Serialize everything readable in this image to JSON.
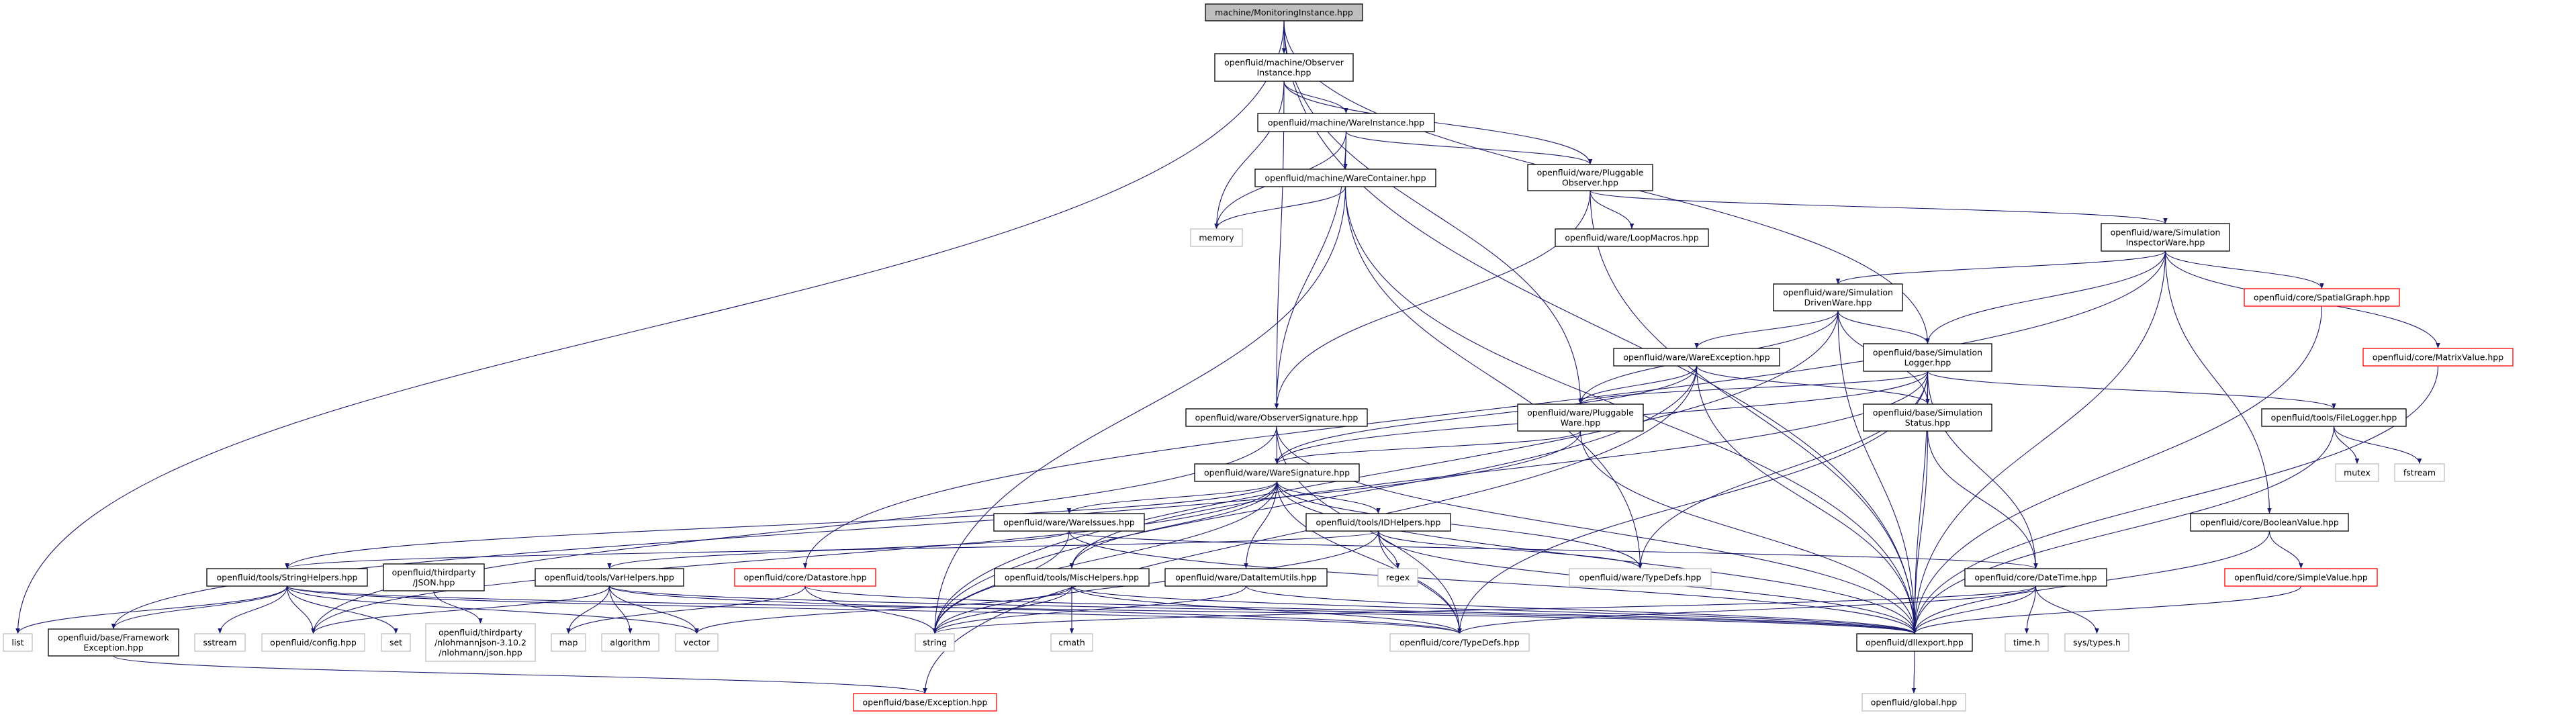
{
  "colors": {
    "edge": "#191970",
    "root_fill": "#bfbfbf",
    "node_border": "#000000",
    "missing_border": "#ff0000",
    "system_border": "#bfbfbf"
  },
  "nodes": {
    "root": {
      "lines": [
        "machine/MonitoringInstance.hpp"
      ],
      "kind": "root"
    },
    "obsinst": {
      "lines": [
        "openfluid/machine/Observer",
        "Instance.hpp"
      ],
      "kind": "normal"
    },
    "wareinst": {
      "lines": [
        "openfluid/machine/WareInstance.hpp"
      ],
      "kind": "normal"
    },
    "warecont": {
      "lines": [
        "openfluid/machine/WareContainer.hpp"
      ],
      "kind": "normal"
    },
    "memory": {
      "lines": [
        "memory"
      ],
      "kind": "system"
    },
    "plugobs": {
      "lines": [
        "openfluid/ware/Pluggable",
        "Observer.hpp"
      ],
      "kind": "normal"
    },
    "loopmacros": {
      "lines": [
        "openfluid/ware/LoopMacros.hpp"
      ],
      "kind": "normal"
    },
    "inspware": {
      "lines": [
        "openfluid/ware/Simulation",
        "InspectorWare.hpp"
      ],
      "kind": "normal"
    },
    "drivenware": {
      "lines": [
        "openfluid/ware/Simulation",
        "DrivenWare.hpp"
      ],
      "kind": "normal"
    },
    "spatialgraph": {
      "lines": [
        "openfluid/core/SpatialGraph.hpp"
      ],
      "kind": "missing"
    },
    "matrixvalue": {
      "lines": [
        "openfluid/core/MatrixValue.hpp"
      ],
      "kind": "missing"
    },
    "wareexc": {
      "lines": [
        "openfluid/ware/WareException.hpp"
      ],
      "kind": "normal"
    },
    "simlogger": {
      "lines": [
        "openfluid/base/Simulation",
        "Logger.hpp"
      ],
      "kind": "normal"
    },
    "obssig": {
      "lines": [
        "openfluid/ware/ObserverSignature.hpp"
      ],
      "kind": "normal"
    },
    "plugware": {
      "lines": [
        "openfluid/ware/Pluggable",
        "Ware.hpp"
      ],
      "kind": "normal"
    },
    "simstatus": {
      "lines": [
        "openfluid/base/Simulation",
        "Status.hpp"
      ],
      "kind": "normal"
    },
    "filelogger": {
      "lines": [
        "openfluid/tools/FileLogger.hpp"
      ],
      "kind": "normal"
    },
    "waresig": {
      "lines": [
        "openfluid/ware/WareSignature.hpp"
      ],
      "kind": "normal"
    },
    "mutex": {
      "lines": [
        "mutex"
      ],
      "kind": "system"
    },
    "fstream": {
      "lines": [
        "fstream"
      ],
      "kind": "system"
    },
    "wareissues": {
      "lines": [
        "openfluid/ware/WareIssues.hpp"
      ],
      "kind": "normal"
    },
    "idhelpers": {
      "lines": [
        "openfluid/tools/IDHelpers.hpp"
      ],
      "kind": "normal"
    },
    "boolvalue": {
      "lines": [
        "openfluid/core/BooleanValue.hpp"
      ],
      "kind": "normal"
    },
    "strhelpers": {
      "lines": [
        "openfluid/tools/StringHelpers.hpp"
      ],
      "kind": "normal"
    },
    "json": {
      "lines": [
        "openfluid/thirdparty",
        "/JSON.hpp"
      ],
      "kind": "normal"
    },
    "varhelpers": {
      "lines": [
        "openfluid/tools/VarHelpers.hpp"
      ],
      "kind": "normal"
    },
    "datastore": {
      "lines": [
        "openfluid/core/Datastore.hpp"
      ],
      "kind": "missing"
    },
    "mischelpers": {
      "lines": [
        "openfluid/tools/MiscHelpers.hpp"
      ],
      "kind": "normal"
    },
    "dataitem": {
      "lines": [
        "openfluid/ware/DataItemUtils.hpp"
      ],
      "kind": "normal"
    },
    "regex": {
      "lines": [
        "regex"
      ],
      "kind": "system"
    },
    "waretypedefs": {
      "lines": [
        "openfluid/ware/TypeDefs.hpp"
      ],
      "kind": "system"
    },
    "datetime": {
      "lines": [
        "openfluid/core/DateTime.hpp"
      ],
      "kind": "normal"
    },
    "simplevalue": {
      "lines": [
        "openfluid/core/SimpleValue.hpp"
      ],
      "kind": "missing"
    },
    "list": {
      "lines": [
        "list"
      ],
      "kind": "system"
    },
    "fwexc": {
      "lines": [
        "openfluid/base/Framework",
        "Exception.hpp"
      ],
      "kind": "normal"
    },
    "sstream": {
      "lines": [
        "sstream"
      ],
      "kind": "system"
    },
    "config": {
      "lines": [
        "openfluid/config.hpp"
      ],
      "kind": "system"
    },
    "set": {
      "lines": [
        "set"
      ],
      "kind": "system"
    },
    "nlohmann": {
      "lines": [
        "openfluid/thirdparty",
        "/nlohmannjson-3.10.2",
        "/nlohmann/json.hpp"
      ],
      "kind": "system"
    },
    "map": {
      "lines": [
        "map"
      ],
      "kind": "system"
    },
    "algorithm": {
      "lines": [
        "algorithm"
      ],
      "kind": "system"
    },
    "vector": {
      "lines": [
        "vector"
      ],
      "kind": "system"
    },
    "string": {
      "lines": [
        "string"
      ],
      "kind": "system"
    },
    "cmath": {
      "lines": [
        "cmath"
      ],
      "kind": "system"
    },
    "coretypedefs": {
      "lines": [
        "openfluid/core/TypeDefs.hpp"
      ],
      "kind": "system"
    },
    "dllexport": {
      "lines": [
        "openfluid/dllexport.hpp"
      ],
      "kind": "normal"
    },
    "timeh": {
      "lines": [
        "time.h"
      ],
      "kind": "system"
    },
    "systypes": {
      "lines": [
        "sys/types.h"
      ],
      "kind": "system"
    },
    "exception": {
      "lines": [
        "openfluid/base/Exception.hpp"
      ],
      "kind": "missing"
    },
    "global": {
      "lines": [
        "openfluid/global.hpp"
      ],
      "kind": "system"
    }
  },
  "edges": [
    [
      "root",
      "list"
    ],
    [
      "root",
      "obsinst"
    ],
    [
      "root",
      "plugware"
    ],
    [
      "root",
      "simlogger"
    ],
    [
      "root",
      "dllexport"
    ],
    [
      "obsinst",
      "memory"
    ],
    [
      "obsinst",
      "wareinst"
    ],
    [
      "obsinst",
      "plugobs"
    ],
    [
      "obsinst",
      "obssig"
    ],
    [
      "wareinst",
      "memory"
    ],
    [
      "wareinst",
      "warecont"
    ],
    [
      "wareinst",
      "plugobs"
    ],
    [
      "wareinst",
      "obssig"
    ],
    [
      "warecont",
      "memory"
    ],
    [
      "warecont",
      "string"
    ],
    [
      "warecont",
      "waretypedefs"
    ],
    [
      "warecont",
      "dllexport"
    ],
    [
      "plugobs",
      "loopmacros"
    ],
    [
      "plugobs",
      "inspware"
    ],
    [
      "plugobs",
      "obssig"
    ],
    [
      "plugobs",
      "dllexport"
    ],
    [
      "inspware",
      "drivenware"
    ],
    [
      "inspware",
      "spatialgraph"
    ],
    [
      "inspware",
      "matrixvalue"
    ],
    [
      "inspware",
      "boolvalue"
    ],
    [
      "inspware",
      "dllexport"
    ],
    [
      "inspware",
      "datastore"
    ],
    [
      "inspware",
      "simlogger"
    ],
    [
      "drivenware",
      "wareexc"
    ],
    [
      "drivenware",
      "simlogger"
    ],
    [
      "drivenware",
      "simstatus"
    ],
    [
      "drivenware",
      "plugware"
    ],
    [
      "drivenware",
      "dllexport"
    ],
    [
      "drivenware",
      "string"
    ],
    [
      "simlogger",
      "simstatus"
    ],
    [
      "simlogger",
      "filelogger"
    ],
    [
      "simlogger",
      "datetime"
    ],
    [
      "simlogger",
      "dllexport"
    ],
    [
      "simlogger",
      "plugware"
    ],
    [
      "simlogger",
      "waresig"
    ],
    [
      "simlogger",
      "coretypedefs"
    ],
    [
      "simlogger",
      "waretypedefs"
    ],
    [
      "simlogger",
      "mischelpers"
    ],
    [
      "wareexc",
      "plugware"
    ],
    [
      "wareexc",
      "simstatus"
    ],
    [
      "wareexc",
      "dllexport"
    ],
    [
      "wareexc",
      "exception"
    ],
    [
      "wareexc",
      "string"
    ],
    [
      "wareexc",
      "waresig"
    ],
    [
      "simstatus",
      "datetime"
    ],
    [
      "simstatus",
      "dllexport"
    ],
    [
      "filelogger",
      "mutex"
    ],
    [
      "filelogger",
      "fstream"
    ],
    [
      "filelogger",
      "dllexport"
    ],
    [
      "boolvalue",
      "simplevalue"
    ],
    [
      "boolvalue",
      "dllexport"
    ],
    [
      "simplevalue",
      "dllexport"
    ],
    [
      "spatialgraph",
      "dllexport"
    ],
    [
      "matrixvalue",
      "dllexport"
    ],
    [
      "datetime",
      "dllexport"
    ],
    [
      "datetime",
      "timeh"
    ],
    [
      "datetime",
      "systypes"
    ],
    [
      "datetime",
      "string"
    ],
    [
      "datetime",
      "coretypedefs"
    ],
    [
      "dllexport",
      "global"
    ],
    [
      "obssig",
      "waresig"
    ],
    [
      "obssig",
      "coretypedefs"
    ],
    [
      "obssig",
      "dllexport"
    ],
    [
      "obssig",
      "config"
    ],
    [
      "plugware",
      "waresig"
    ],
    [
      "plugware",
      "dllexport"
    ],
    [
      "plugware",
      "fwexc"
    ],
    [
      "waresig",
      "wareissues"
    ],
    [
      "waresig",
      "idhelpers"
    ],
    [
      "waresig",
      "mischelpers"
    ],
    [
      "waresig",
      "dataitem"
    ],
    [
      "waresig",
      "waretypedefs"
    ],
    [
      "waresig",
      "dllexport"
    ],
    [
      "waresig",
      "string"
    ],
    [
      "waresig",
      "strhelpers"
    ],
    [
      "waresig",
      "config"
    ],
    [
      "waresig",
      "coretypedefs"
    ],
    [
      "wareissues",
      "datetime"
    ],
    [
      "wareissues",
      "dllexport"
    ],
    [
      "wareissues",
      "string"
    ],
    [
      "wareissues",
      "varhelpers"
    ],
    [
      "idhelpers",
      "regex"
    ],
    [
      "idhelpers",
      "coretypedefs"
    ],
    [
      "idhelpers",
      "waretypedefs"
    ],
    [
      "idhelpers",
      "dllexport"
    ],
    [
      "idhelpers",
      "string"
    ],
    [
      "idhelpers",
      "strhelpers"
    ],
    [
      "mischelpers",
      "string"
    ],
    [
      "mischelpers",
      "cmath"
    ],
    [
      "mischelpers",
      "vector"
    ],
    [
      "mischelpers",
      "coretypedefs"
    ],
    [
      "mischelpers",
      "dllexport"
    ],
    [
      "dataitem",
      "string"
    ],
    [
      "dataitem",
      "dllexport"
    ],
    [
      "strhelpers",
      "list"
    ],
    [
      "strhelpers",
      "fwexc"
    ],
    [
      "strhelpers",
      "sstream"
    ],
    [
      "strhelpers",
      "set"
    ],
    [
      "strhelpers",
      "vector"
    ],
    [
      "strhelpers",
      "config"
    ],
    [
      "strhelpers",
      "coretypedefs"
    ],
    [
      "strhelpers",
      "dllexport"
    ],
    [
      "json",
      "nlohmann"
    ],
    [
      "varhelpers",
      "map"
    ],
    [
      "varhelpers",
      "algorithm"
    ],
    [
      "varhelpers",
      "vector"
    ],
    [
      "varhelpers",
      "config"
    ],
    [
      "varhelpers",
      "dllexport"
    ],
    [
      "varhelpers",
      "coretypedefs"
    ],
    [
      "datastore",
      "map"
    ],
    [
      "datastore",
      "string"
    ],
    [
      "datastore",
      "dllexport"
    ],
    [
      "fwexc",
      "exception"
    ]
  ]
}
